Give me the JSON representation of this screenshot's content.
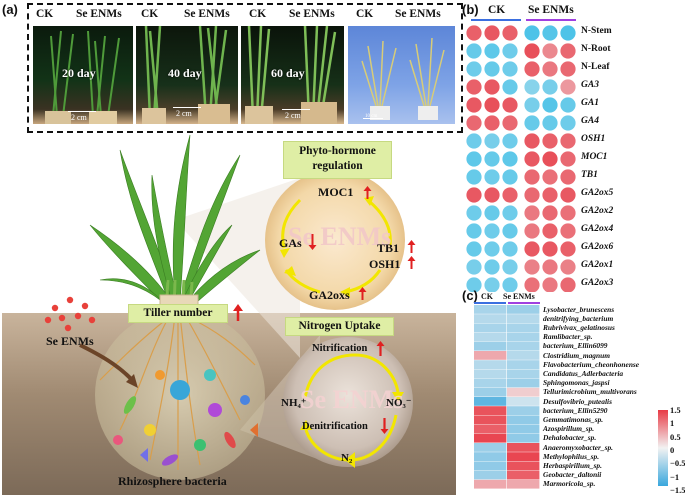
{
  "panel_a": {
    "letter": "(a)",
    "photos": [
      {
        "ck": "CK",
        "se": "Se ENMs",
        "day": "20 day",
        "scale": "2 cm"
      },
      {
        "ck": "CK",
        "se": "Se ENMs",
        "day": "40 day",
        "scale": "2 cm"
      },
      {
        "ck": "CK",
        "se": "Se ENMs",
        "day": "60 day",
        "scale": "2 cm"
      },
      {
        "ck": "CK",
        "se": "Se ENMs",
        "day": "",
        "scale": "10 cm"
      }
    ],
    "hormone_box": "Phyto-hormone\nregulation",
    "hormone_genes": {
      "moc1": "MOC1",
      "gas": "GAs",
      "tb1": "TB1",
      "osh1": "OSH1",
      "ga2oxs": "GA2oxs"
    },
    "watermark": "Se ENMs",
    "tiller_box": "Tiller number",
    "nitrogen_box": "Nitrogen Uptake",
    "nitrogen": {
      "nitrification": "Nitrification",
      "denitrification": "Denitrification",
      "nh4": "NH₄⁺",
      "no3": "NO₃⁻",
      "n2": "N₂"
    },
    "se_label": "Se ENMs",
    "bacteria_label": "Rhizosphere bacteria",
    "colors": {
      "up_arrow": "#e02020",
      "cycle_arrow": "#f2e600",
      "box_fill": "#dfeea5"
    }
  },
  "panel_b": {
    "letter": "(b)",
    "group_ck": "CK",
    "group_se": "Se ENMs",
    "rows": [
      {
        "label": "N-Stem",
        "italic": false,
        "values": [
          0.55,
          0.6,
          0.55,
          -0.7,
          -0.6,
          -0.7
        ]
      },
      {
        "label": "N-Root",
        "italic": false,
        "values": [
          -0.5,
          -0.55,
          -0.45,
          0.7,
          0.3,
          0.5
        ]
      },
      {
        "label": "N-Leaf",
        "italic": false,
        "values": [
          -0.45,
          -0.5,
          -0.45,
          0.55,
          0.4,
          0.5
        ]
      },
      {
        "label": "GA3",
        "italic": true,
        "values": [
          0.55,
          0.6,
          -0.5,
          -0.3,
          -0.4,
          0.2
        ]
      },
      {
        "label": "GA1",
        "italic": true,
        "values": [
          0.6,
          0.65,
          0.6,
          -0.4,
          -0.6,
          -0.5
        ]
      },
      {
        "label": "GA4",
        "italic": true,
        "values": [
          0.5,
          0.55,
          0.5,
          -0.5,
          -0.5,
          -0.45
        ]
      },
      {
        "label": "OSH1",
        "italic": true,
        "values": [
          -0.45,
          -0.4,
          -0.45,
          0.6,
          0.55,
          0.5
        ]
      },
      {
        "label": "MOC1",
        "italic": true,
        "values": [
          -0.55,
          -0.5,
          -0.55,
          0.6,
          0.65,
          0.5
        ]
      },
      {
        "label": "TB1",
        "italic": true,
        "values": [
          -0.5,
          -0.45,
          -0.5,
          0.5,
          0.45,
          0.5
        ]
      },
      {
        "label": "GA2ox5",
        "italic": true,
        "values": [
          0.6,
          0.6,
          0.55,
          0.5,
          0.55,
          0.6
        ]
      },
      {
        "label": "GA2ox2",
        "italic": true,
        "values": [
          -0.45,
          -0.5,
          -0.45,
          0.4,
          0.5,
          0.45
        ]
      },
      {
        "label": "GA2ox4",
        "italic": true,
        "values": [
          -0.5,
          -0.45,
          -0.5,
          0.4,
          0.55,
          0.45
        ]
      },
      {
        "label": "GA2ox6",
        "italic": true,
        "values": [
          -0.5,
          -0.45,
          -0.45,
          0.6,
          0.6,
          0.55
        ]
      },
      {
        "label": "GA2ox1",
        "italic": true,
        "values": [
          -0.4,
          -0.45,
          -0.4,
          0.35,
          0.4,
          0.35
        ]
      },
      {
        "label": "GA2ox3",
        "italic": true,
        "values": [
          -0.45,
          -0.4,
          -0.45,
          0.45,
          0.4,
          0.5
        ]
      }
    ],
    "colors": {
      "ck_bar": "#3b6fe0",
      "se_bar": "#a040e0",
      "high": "#e8505a",
      "low": "#4ec3e8"
    }
  },
  "panel_c": {
    "letter": "(c)",
    "group_ck": "CK",
    "group_se": "Se ENMs",
    "rows": [
      {
        "label": "Lysobacter_brunescens",
        "values": [
          -0.6,
          -0.7
        ]
      },
      {
        "label": "denitrifying_bacterium",
        "values": [
          -0.5,
          -0.5
        ]
      },
      {
        "label": "Rubrivivax_gelatinosus",
        "values": [
          -0.6,
          -0.6
        ]
      },
      {
        "label": "Ramlibacter_sp.",
        "values": [
          -0.5,
          -0.6
        ]
      },
      {
        "label": "bacterium_Ellin6099",
        "values": [
          -0.7,
          -0.6
        ]
      },
      {
        "label": "Clostridium_magnum",
        "values": [
          0.6,
          -0.5
        ]
      },
      {
        "label": "Flavobacterium_cheonhonense",
        "values": [
          -0.5,
          -0.6
        ]
      },
      {
        "label": "Candidatus_Adlerbacteria",
        "values": [
          -0.5,
          -0.6
        ]
      },
      {
        "label": "Sphingomonas_jaspsi",
        "values": [
          -0.6,
          -0.7
        ]
      },
      {
        "label": "Tellurimicrobium_multivorans",
        "values": [
          -0.7,
          0.3
        ]
      },
      {
        "label": "Desulfovibrio_putealis",
        "values": [
          -1.2,
          -0.3
        ]
      },
      {
        "label": "bacterium_Ellin5290",
        "values": [
          1.3,
          -0.7
        ]
      },
      {
        "label": "Gemmatimonas_sp.",
        "values": [
          1.3,
          -0.8
        ]
      },
      {
        "label": "Azospirillum_sp.",
        "values": [
          1.2,
          -0.8
        ]
      },
      {
        "label": "Dehalobacter_sp.",
        "values": [
          1.4,
          -0.8
        ]
      },
      {
        "label": "Anaeromyxobacter_sp.",
        "values": [
          -0.7,
          1.3
        ]
      },
      {
        "label": "Methylophilus_sp.",
        "values": [
          -0.8,
          1.4
        ]
      },
      {
        "label": "Herbaspirillum_sp.",
        "values": [
          -0.8,
          1.3
        ]
      },
      {
        "label": "Geobacter_daltonii",
        "values": [
          -0.7,
          1.2
        ]
      },
      {
        "label": "Marmoricola_sp.",
        "values": [
          0.6,
          0.6
        ]
      }
    ],
    "colorbar_ticks": [
      "1.5",
      "1",
      "0.5",
      "0",
      "−0.5",
      "−1",
      "−1.5"
    ],
    "colors": {
      "ck_bar": "#3b6fe0",
      "se_bar": "#a040e0",
      "high": "#e83a45",
      "mid": "#f2f2f2",
      "low": "#3aa7dd"
    }
  }
}
